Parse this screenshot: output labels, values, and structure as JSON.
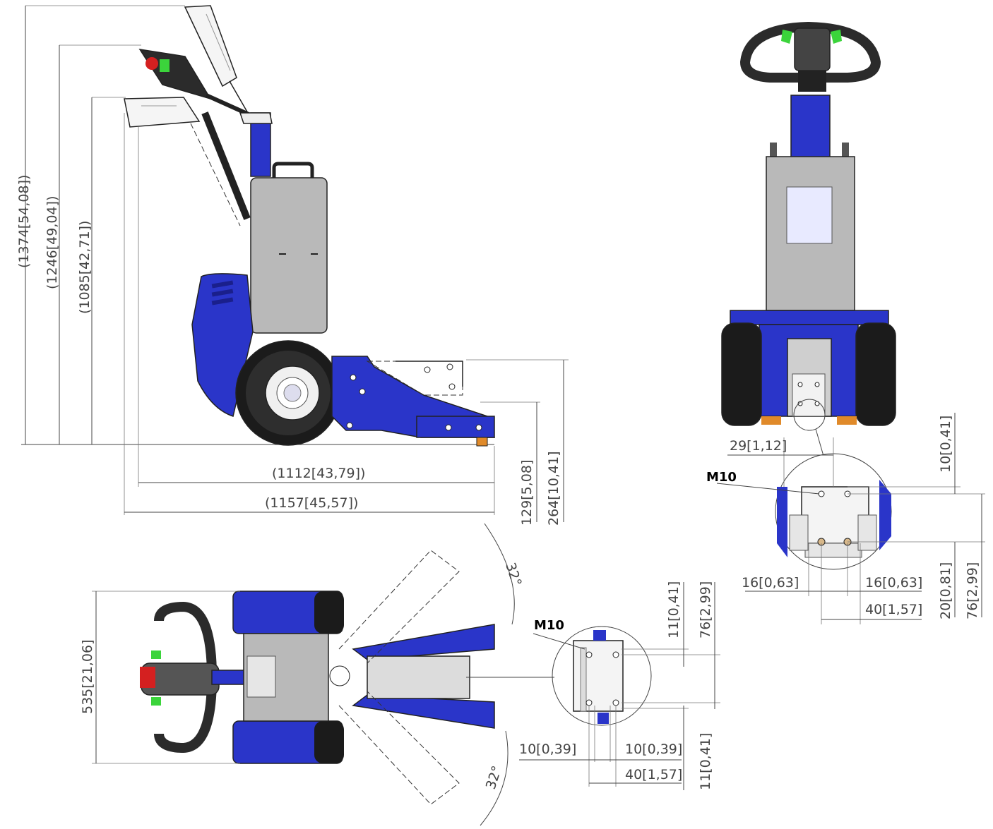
{
  "side_view": {
    "height_max": "(1374[54,08])",
    "height_mid": "(1246[49,04])",
    "height_min": "(1085[42,71])",
    "length_1": "(1112[43,79])",
    "length_2": "(1157[45,57])",
    "height_plate": "129[5,08]",
    "height_fork": "264[10,41]"
  },
  "front_view": {
    "thread_label": "M10",
    "dim_offset": "29[1,12]",
    "dim_top": "10[0,41]",
    "dim_left": "16[0,63]",
    "dim_right": "16[0,63]",
    "dim_width": "40[1,57]",
    "dim_vertical_small": "20[0,81]",
    "dim_vertical_total": "76[2,99]"
  },
  "top_view": {
    "width": "535[21,06]",
    "angle_top": "32°",
    "angle_bottom": "32°"
  },
  "top_detail": {
    "thread_label": "M10",
    "dim_top": "11[0,41]",
    "dim_total": "76[2,99]",
    "dim_left": "10[0,39]",
    "dim_right": "10[0,39]",
    "dim_width": "40[1,57]",
    "dim_bottom": "11[0,41]"
  },
  "colors": {
    "body_blue": "#2a35c9",
    "dark_blue": "#1a1f8c",
    "panel_grey": "#b9b9b9",
    "tire_black": "#1b1b1b",
    "accent_green": "#3bd43b",
    "accent_red": "#d42020",
    "accent_orange": "#e08a2a"
  }
}
